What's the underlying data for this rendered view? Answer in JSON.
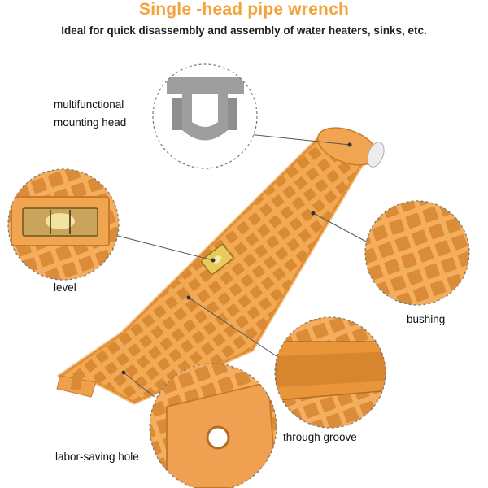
{
  "header": {
    "title": "Single -head pipe wrench",
    "subtitle": "Ideal for quick disassembly and assembly of water heaters, sinks, etc."
  },
  "callouts": {
    "mounting_head_line1": "multifunctional",
    "mounting_head_line2": "mounting head",
    "level": "level",
    "bushing": "bushing",
    "through_groove": "through groove",
    "labor_saving_hole": "labor-saving hole"
  },
  "colors": {
    "accent": "#F4A23B",
    "wrench_orange": "#F0A24A",
    "wrench_shadow": "#C97A28"
  }
}
